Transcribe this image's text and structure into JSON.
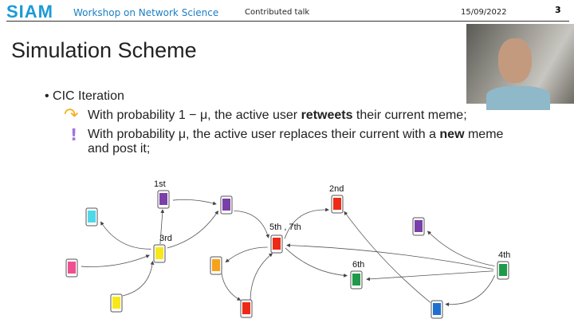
{
  "header": {
    "logo": "SIAM",
    "workshop": "Workshop on Network Science",
    "talk": "Contributed talk",
    "date": "15/09/2022",
    "page": "3"
  },
  "title": "Simulation Scheme",
  "bullet": "CIC Iteration",
  "lines": {
    "l1_a": "With probability 1 − μ, the active user ",
    "l1_b": "retweets",
    "l1_c": " their current meme;",
    "l2_a": "With probability μ, the active user replaces their current with a ",
    "l2_b": "new",
    "l2_c": " meme",
    "l3": "and post it;"
  },
  "icons": {
    "retweet": "curved-arrow-icon",
    "new": "exclamation-icon"
  },
  "diagram": {
    "labels": {
      "first": "1st",
      "second": "2nd",
      "third": "3rd",
      "fourth": "4th",
      "sixth": "6th",
      "fifth_seventh": "5th , 7th"
    },
    "colors": {
      "cyan": "#4fd8e8",
      "purple": "#7a3fa8",
      "yellow": "#f7e81a",
      "pink": "#ef4f8f",
      "orange": "#f7a21b",
      "red": "#ee2a16",
      "green": "#1e9a4a",
      "blue": "#1f6fd0"
    }
  }
}
